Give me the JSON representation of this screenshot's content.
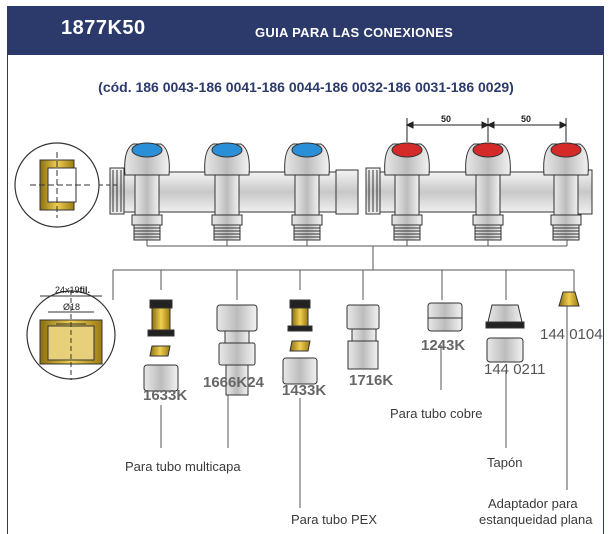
{
  "header": {
    "code": "1877K50",
    "title": "GUIA PARA LAS CONEXIONES"
  },
  "subtitle": "(cód. 186 0043-186 0041-186 0044-186 0032-186 0031-186 0029)",
  "dimensions": {
    "spacing_1": "50",
    "spacing_2": "50",
    "thread": "24x19",
    "thread_suffix": "fil.",
    "diameter": "Ø18"
  },
  "parts": {
    "p1633": "1633K",
    "p1666": "1666K24",
    "p1433": "1433K",
    "p1716": "1716K",
    "p1243": "1243K",
    "p1440211": "144 0211",
    "p1440104": "144 0104"
  },
  "labels": {
    "multicapa": "Para tubo multicapa",
    "pex": "Para tubo PEX",
    "cobre": "Para tubo cobre",
    "tapon": "Tapón",
    "adaptador_1": "Adaptador para",
    "adaptador_2": "estanqueidad plana"
  },
  "colors": {
    "header": "#2c3a6b",
    "blue_cap": "#2a8fd6",
    "red_cap": "#d42a2a",
    "brass": "#c9a227"
  }
}
